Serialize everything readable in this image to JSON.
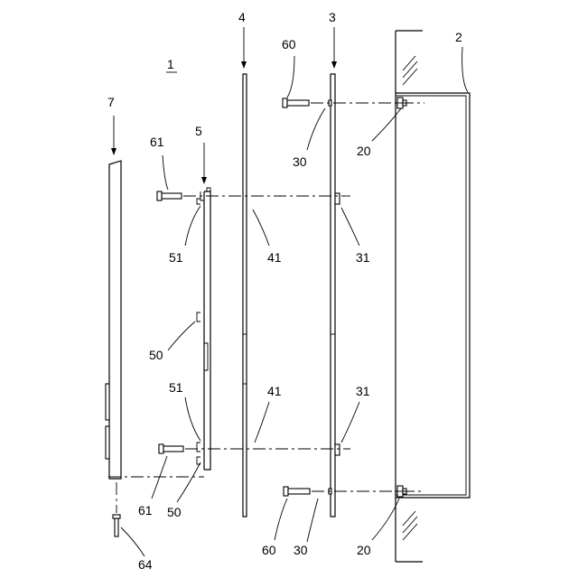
{
  "figure": {
    "assembly_label": "1",
    "labels": {
      "l2": "2",
      "l3": "3",
      "l4": "4",
      "l5": "5",
      "l7": "7",
      "l20_top": "20",
      "l20_bot": "20",
      "l30_top": "30",
      "l30_bot": "30",
      "l31_top": "31",
      "l31_bot": "31",
      "l41_top": "41",
      "l41_bot": "41",
      "l50_mid": "50",
      "l50_bot": "50",
      "l51_top": "51",
      "l51_bot": "51",
      "l60_top": "60",
      "l60_bot": "60",
      "l61_top": "61",
      "l61_bot": "61",
      "l64": "64"
    }
  }
}
